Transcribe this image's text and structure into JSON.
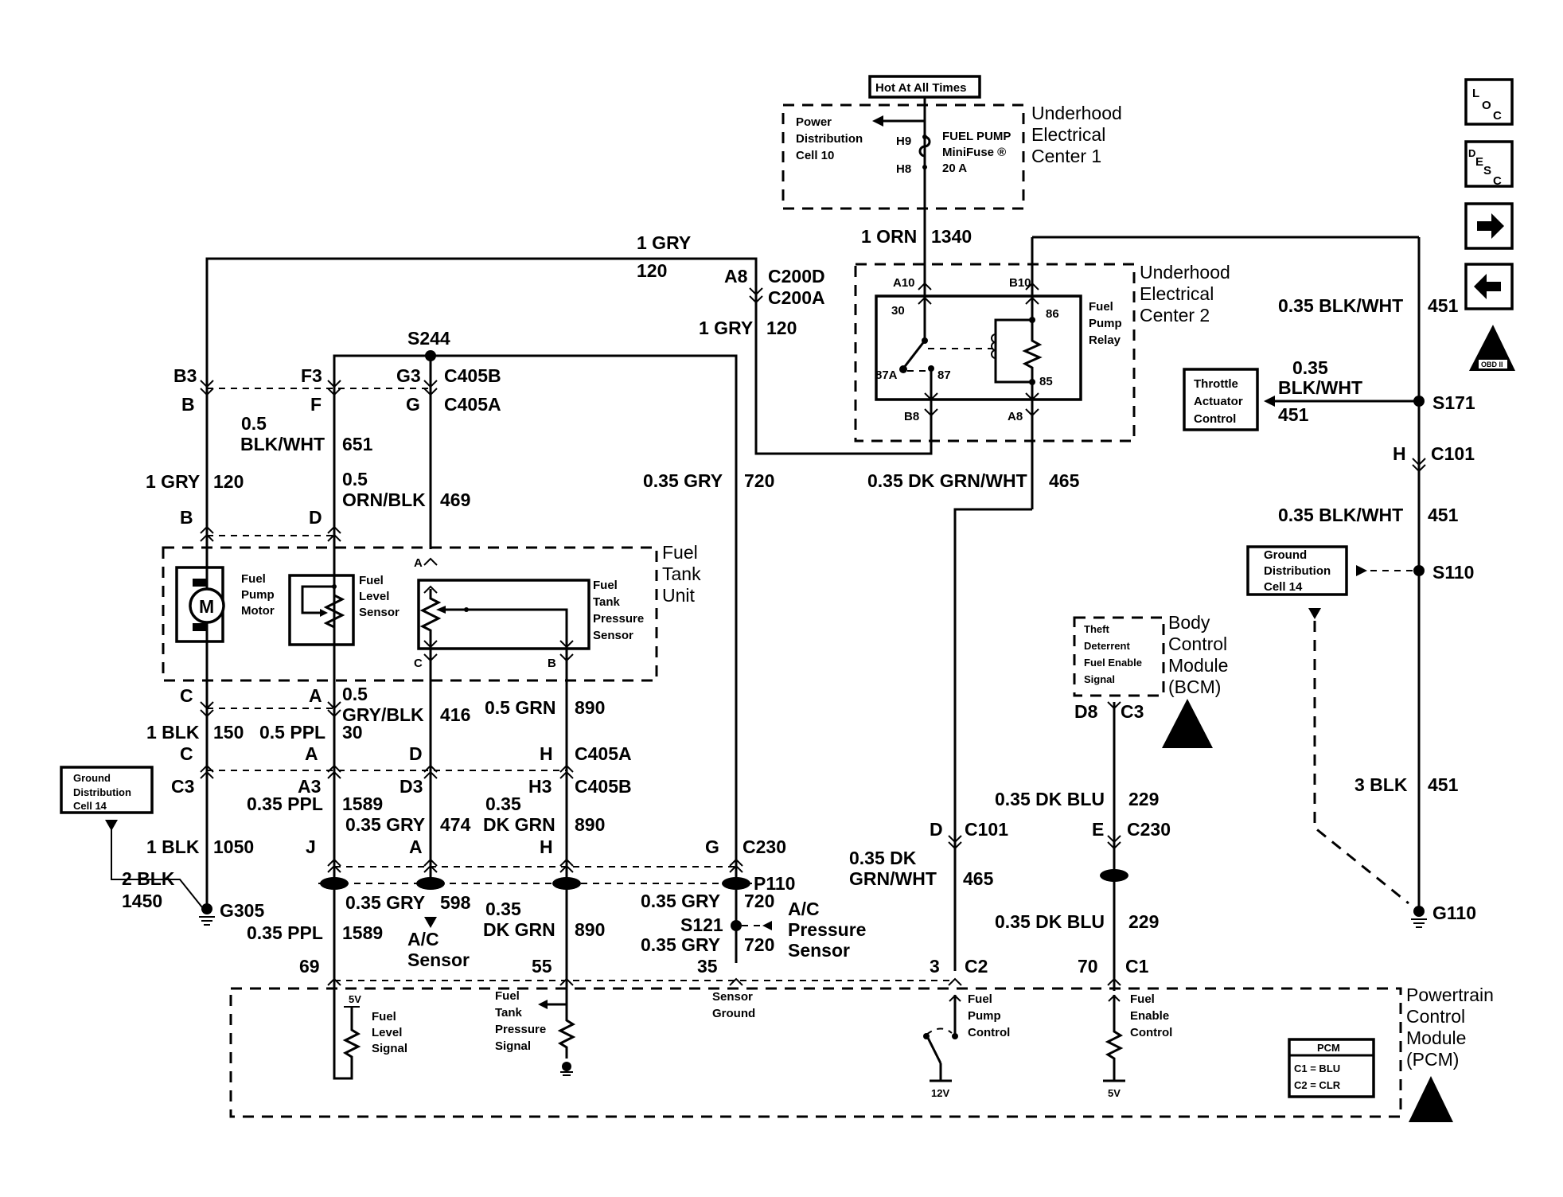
{
  "title": "Fuel Pump / Fuel Tank Unit Wiring Schematic",
  "nav_icons": [
    {
      "name": "loc-icon",
      "label": "LOC"
    },
    {
      "name": "desc-icon",
      "label": "DESC"
    },
    {
      "name": "next-page-icon",
      "label": "→"
    },
    {
      "name": "prev-page-icon",
      "label": "←"
    },
    {
      "name": "obd2-icon",
      "label": "OBD II"
    }
  ],
  "hot_label": "Hot At All Times",
  "uec1": {
    "name_lines": [
      "Underhood",
      "Electrical",
      "Center 1"
    ],
    "power_dist": [
      "Power",
      "Distribution",
      "Cell 10"
    ],
    "fuse": [
      "FUEL PUMP",
      "MiniFuse ®",
      "20 A"
    ],
    "pin_top": "H9",
    "pin_bottom": "H8"
  },
  "uec2": {
    "name_lines": [
      "Underhood",
      "Electrical",
      "Center 2"
    ],
    "relay": [
      "Fuel",
      "Pump",
      "Relay"
    ],
    "pins": {
      "a10": "A10",
      "b10": "B10",
      "b8": "B8",
      "a8": "A8",
      "p30": "30",
      "p86": "86",
      "p87a": "87A",
      "p87": "87",
      "p85": "85"
    }
  },
  "wires": {
    "orn1340": {
      "color": "1 ORN",
      "circuit": "1340"
    },
    "gry120_top": {
      "color": "1 GRY",
      "circuit": "120"
    },
    "gry120_mid": {
      "color": "1 GRY",
      "circuit": "120"
    },
    "gry120_left": {
      "color": "1 GRY",
      "circuit": "120"
    },
    "blkwht651": {
      "size": "0.5",
      "color": "BLK/WHT",
      "circuit": "651"
    },
    "ornblk469": {
      "size": "0.5",
      "color": "ORN/BLK",
      "circuit": "469"
    },
    "gry720_upper": {
      "color": "0.35 GRY",
      "circuit": "720"
    },
    "dkgrnwht465_upper": {
      "color": "0.35 DK GRN/WHT",
      "circuit": "465"
    },
    "blkwht451_top": {
      "color": "0.35 BLK/WHT",
      "circuit": "451"
    },
    "blkwht451_branch": {
      "size": "0.35",
      "color": "BLK/WHT",
      "circuit": "451"
    },
    "blkwht451_mid": {
      "color": "0.35 BLK/WHT",
      "circuit": "451"
    },
    "blk451": {
      "color": "3 BLK",
      "circuit": "451"
    },
    "blk150": {
      "color": "1 BLK",
      "circuit": "150"
    },
    "ppl30": {
      "color": "0.5 PPL",
      "circuit": "30"
    },
    "gryblk416": {
      "size": "0.5",
      "color": "GRY/BLK",
      "circuit": "416"
    },
    "grn890": {
      "color": "0.5 GRN",
      "circuit": "890"
    },
    "ppl1589_a": {
      "color": "0.35 PPL",
      "circuit": "1589"
    },
    "gry474": {
      "color": "0.35 GRY",
      "circuit": "474"
    },
    "dkgrn890_a": {
      "size": "0.35",
      "color": "DK GRN",
      "circuit": "890"
    },
    "blk1050": {
      "color": "1 BLK",
      "circuit": "1050"
    },
    "blk1450": {
      "color": "2 BLK",
      "circuit": "1450"
    },
    "gry598": {
      "color": "0.35 GRY",
      "circuit": "598"
    },
    "ppl1589_b": {
      "color": "0.35 PPL",
      "circuit": "1589"
    },
    "dkgrn890_b": {
      "size": "0.35",
      "color": "DK GRN",
      "circuit": "890"
    },
    "gry720_a": {
      "color": "0.35 GRY",
      "circuit": "720"
    },
    "gry720_b": {
      "color": "0.35 GRY",
      "circuit": "720"
    },
    "dkgrnwht465_lower": {
      "size": "0.35 DK",
      "color": "GRN/WHT",
      "circuit": "465"
    },
    "dkblu229_a": {
      "color": "0.35 DK BLU",
      "circuit": "229"
    },
    "dkblu229_b": {
      "color": "0.35 DK BLU",
      "circuit": "229"
    }
  },
  "connectors": {
    "c200d": "C200D",
    "c200a": "C200A",
    "a8": "A8",
    "s244": "S244",
    "c405b": "C405B",
    "c405a": "C405A",
    "b3": "B3",
    "b": "B",
    "f3": "F3",
    "f": "F",
    "g3": "G3",
    "g": "G",
    "b_lower": "B",
    "d_lower": "D",
    "c_tank": "C",
    "a_tank": "A",
    "c_fpts": "C",
    "b_fpts": "B",
    "a_fpts": "A",
    "c_low": "C",
    "a_low": "A",
    "d_low": "D",
    "h_low": "H",
    "c405a_low": "C405A",
    "c3": "C3",
    "a3": "A3",
    "d3": "D3",
    "h3": "H3",
    "c405b_low": "C405B",
    "j": "J",
    "a_c230": "A",
    "h_c230": "H",
    "g_c230": "G",
    "c230": "C230",
    "p110": "P110",
    "s121": "S121",
    "g305": "G305",
    "pin69": "69",
    "pin55": "55",
    "pin35": "35",
    "pin3": "3",
    "c2": "C2",
    "pin70": "70",
    "c1": "C1",
    "d_c101": "D",
    "c101_lower": "C101",
    "e_c230": "E",
    "c230_right": "C230",
    "s171": "S171",
    "h_c101": "H",
    "c101": "C101",
    "s110": "S110",
    "g110": "G110",
    "d8": "D8",
    "c3_bcm": "C3"
  },
  "fuel_tank_unit": {
    "name_lines": [
      "Fuel",
      "Tank",
      "Unit"
    ],
    "motor": [
      "Fuel",
      "Pump",
      "Motor"
    ],
    "motor_symbol": "M",
    "level_sensor": [
      "Fuel",
      "Level",
      "Sensor"
    ],
    "pressure_sensor": [
      "Fuel",
      "Tank",
      "Pressure",
      "Sensor"
    ]
  },
  "ground_dist_left": [
    "Ground",
    "Distribution",
    "Cell 14"
  ],
  "ground_dist_right": [
    "Ground",
    "Distribution",
    "Cell 14"
  ],
  "throttle": [
    "Throttle",
    "Actuator",
    "Control"
  ],
  "ac_sensor": [
    "A/C",
    "Sensor"
  ],
  "ac_pressure": [
    "A/C",
    "Pressure",
    "Sensor"
  ],
  "bcm": {
    "name_lines": [
      "Body",
      "Control",
      "Module",
      "(BCM)"
    ],
    "signal": [
      "Theft",
      "Deterrent",
      "Fuel Enable",
      "Signal"
    ]
  },
  "pcm": {
    "name_lines": [
      "Powertrain",
      "Control",
      "Module",
      "(PCM)"
    ],
    "fuel_level_signal": [
      "Fuel",
      "Level",
      "Signal"
    ],
    "five_v_a": "5V",
    "fuel_tank_pressure_signal": [
      "Fuel",
      "Tank",
      "Pressure",
      "Signal"
    ],
    "sensor_ground": [
      "Sensor",
      "Ground"
    ],
    "fuel_pump_control": [
      "Fuel",
      "Pump",
      "Control"
    ],
    "twelve_v": "12V",
    "fuel_enable_control": [
      "Fuel",
      "Enable",
      "Control"
    ],
    "five_v_b": "5V",
    "legend_title": "PCM",
    "legend_lines": [
      "C1 = BLU",
      "C2 = CLR"
    ]
  }
}
